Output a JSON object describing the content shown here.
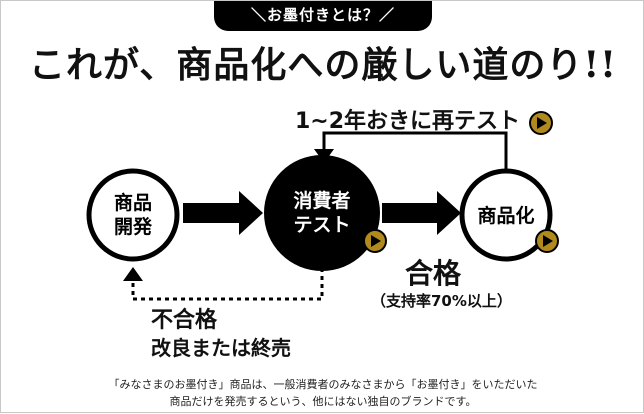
{
  "header": {
    "tab_label": "＼お墨付きとは？／",
    "headline": "これが、商品化への厳しい道のり!!"
  },
  "nodes": {
    "development": [
      "商品",
      "開発"
    ],
    "consumer_test": [
      "消費者",
      "テスト"
    ],
    "commercialization": "商品化"
  },
  "labels": {
    "retest": "1~2年おきに再テスト",
    "pass": "合格",
    "pass_condition": "（支持率70%以上）",
    "fail_line1": "不合格",
    "fail_line2": "改良または終売"
  },
  "footnote": {
    "line1": "「みなさまのお墨付き」商品は、一般消費者のみなさまから「お墨付き」をいただいた",
    "line2": "商品だけを発売するという、他にはない独自のブランドです。"
  },
  "colors": {
    "black": "#000000",
    "gold": "#b08a1e",
    "white": "#ffffff"
  },
  "icons": [
    "play-icon"
  ]
}
